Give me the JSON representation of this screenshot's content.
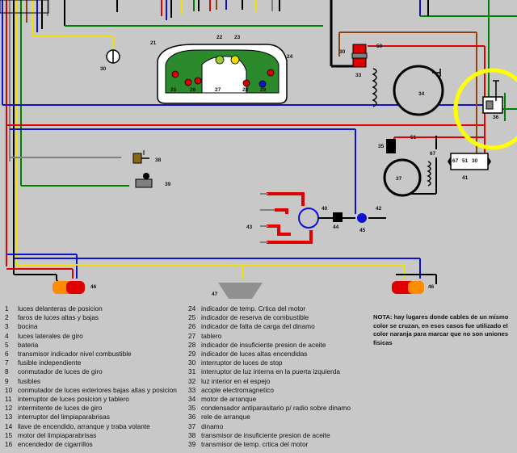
{
  "diagram_labels": {
    "n21": "21",
    "n22": "22",
    "n23": "23",
    "n24": "24",
    "n25": "25",
    "n26": "26",
    "n27": "27",
    "n28": "28",
    "n29": "29",
    "n30": "30",
    "n33": "33",
    "n34": "34",
    "n35": "35",
    "n36": "36",
    "n37": "37",
    "n38": "38",
    "n39": "39",
    "n40": "40",
    "n41": "41",
    "n42": "42",
    "n43": "43",
    "n44": "44",
    "n45": "45",
    "n46": "46",
    "n47": "47",
    "n46b": "46",
    "w30": "30",
    "w50": "50",
    "w51": "51",
    "w67": "67",
    "t67": "67",
    "t51": "51",
    "t30": "30",
    "plus": "+"
  },
  "legend_left": [
    {
      "num": "1",
      "text": "luces delanteras de posicion"
    },
    {
      "num": "2",
      "text": "faros de luces altas y bajas"
    },
    {
      "num": "3",
      "text": "bocina"
    },
    {
      "num": "4",
      "text": "luces laterales de giro"
    },
    {
      "num": "5",
      "text": "bateria"
    },
    {
      "num": "6",
      "text": "transmisor indicador nivel combustible"
    },
    {
      "num": "7",
      "text": "fusible independiente"
    },
    {
      "num": "8",
      "text": "conmutador de luces de giro"
    },
    {
      "num": "9",
      "text": "fusibles"
    },
    {
      "num": "10",
      "text": "conmutador de luces exteriores bajas altas y posicion"
    },
    {
      "num": "11",
      "text": "interruptor de luces posicion y tablero"
    },
    {
      "num": "12",
      "text": "intermitente de luces de giro"
    },
    {
      "num": "13",
      "text": "interruptor del limpiaparabrisas"
    },
    {
      "num": "14",
      "text": "llave de encendido, arranque y traba volante"
    },
    {
      "num": "15",
      "text": "motor del limpiaparabrisas"
    },
    {
      "num": "16",
      "text": "encendedor de cigarrillos"
    }
  ],
  "legend_right": [
    {
      "num": "24",
      "text": "indicador de temp. Crtica del motor"
    },
    {
      "num": "25",
      "text": "indicador de reserva de combustible"
    },
    {
      "num": "26",
      "text": "indicador de falta de carga del dinamo"
    },
    {
      "num": "27",
      "text": "tablero"
    },
    {
      "num": "28",
      "text": "indicador de insuficiente presion de aceite"
    },
    {
      "num": "29",
      "text": "indicador de luces altas encendidas"
    },
    {
      "num": "30",
      "text": "interruptor de luces de stop"
    },
    {
      "num": "31",
      "text": "interruptor de luz interna en la puerta izquierda"
    },
    {
      "num": "32",
      "text": "luz interior en el espejo"
    },
    {
      "num": "33",
      "text": "acople electromagnetico"
    },
    {
      "num": "34",
      "text": "motor de arranque"
    },
    {
      "num": "35",
      "text": "condensador antiparasitario p/ radio sobre dinamo"
    },
    {
      "num": "36",
      "text": "rele de arranque"
    },
    {
      "num": "37",
      "text": "dinamo"
    },
    {
      "num": "38",
      "text": "transmisor de insuficiente presion de aceite"
    },
    {
      "num": "39",
      "text": "transmisor de temp. crtica del motor"
    }
  ],
  "note": "NOTA: hay lugares donde cables de un mismo color se cruzan, en esos casos fue utilizado el color naranja para marcar que no son uniones fisicas",
  "colors": {
    "background": "#c8c8c8",
    "red_wire": "#e00000",
    "blue_wire": "#1010d0",
    "yellow_wire": "#f0e000",
    "green_wire": "#008000",
    "brown_wire": "#8b4513",
    "black_wire": "#000000",
    "grey_wire": "#808080",
    "highlight_circle": "#ffff00"
  }
}
